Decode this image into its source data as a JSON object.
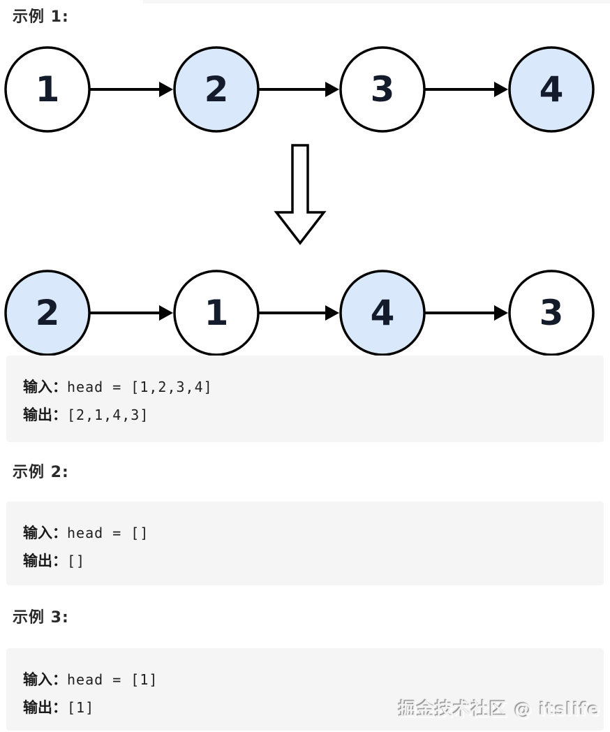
{
  "examples": [
    {
      "title": "示例 1:",
      "input_label": "输入：",
      "input_code": "head = [1,2,3,4]",
      "output_label": "输出：",
      "output_code": "[2,1,4,3]"
    },
    {
      "title": "示例 2:",
      "input_label": "输入：",
      "input_code": "head = []",
      "output_label": "输出：",
      "output_code": "[]"
    },
    {
      "title": "示例 3:",
      "input_label": "输入：",
      "input_code": "head = [1]",
      "output_label": "输出：",
      "output_code": "[1]"
    }
  ],
  "diagram": {
    "node_fill_highlight": "#dae8fc",
    "node_fill_default": "#ffffff",
    "node_stroke": "#000000",
    "node_text_color": "#141c2b",
    "layout": {
      "centers": [
        68,
        310,
        548,
        790
      ]
    },
    "rows": [
      {
        "name": "list-before-swap",
        "nodes": [
          {
            "value": "1",
            "highlighted": false
          },
          {
            "value": "2",
            "highlighted": true
          },
          {
            "value": "3",
            "highlighted": false
          },
          {
            "value": "4",
            "highlighted": true
          }
        ]
      },
      {
        "name": "list-after-swap",
        "nodes": [
          {
            "value": "2",
            "highlighted": true
          },
          {
            "value": "1",
            "highlighted": false
          },
          {
            "value": "4",
            "highlighted": true
          },
          {
            "value": "3",
            "highlighted": false
          }
        ]
      }
    ]
  },
  "watermark": "掘金技术社区 @ itslife"
}
